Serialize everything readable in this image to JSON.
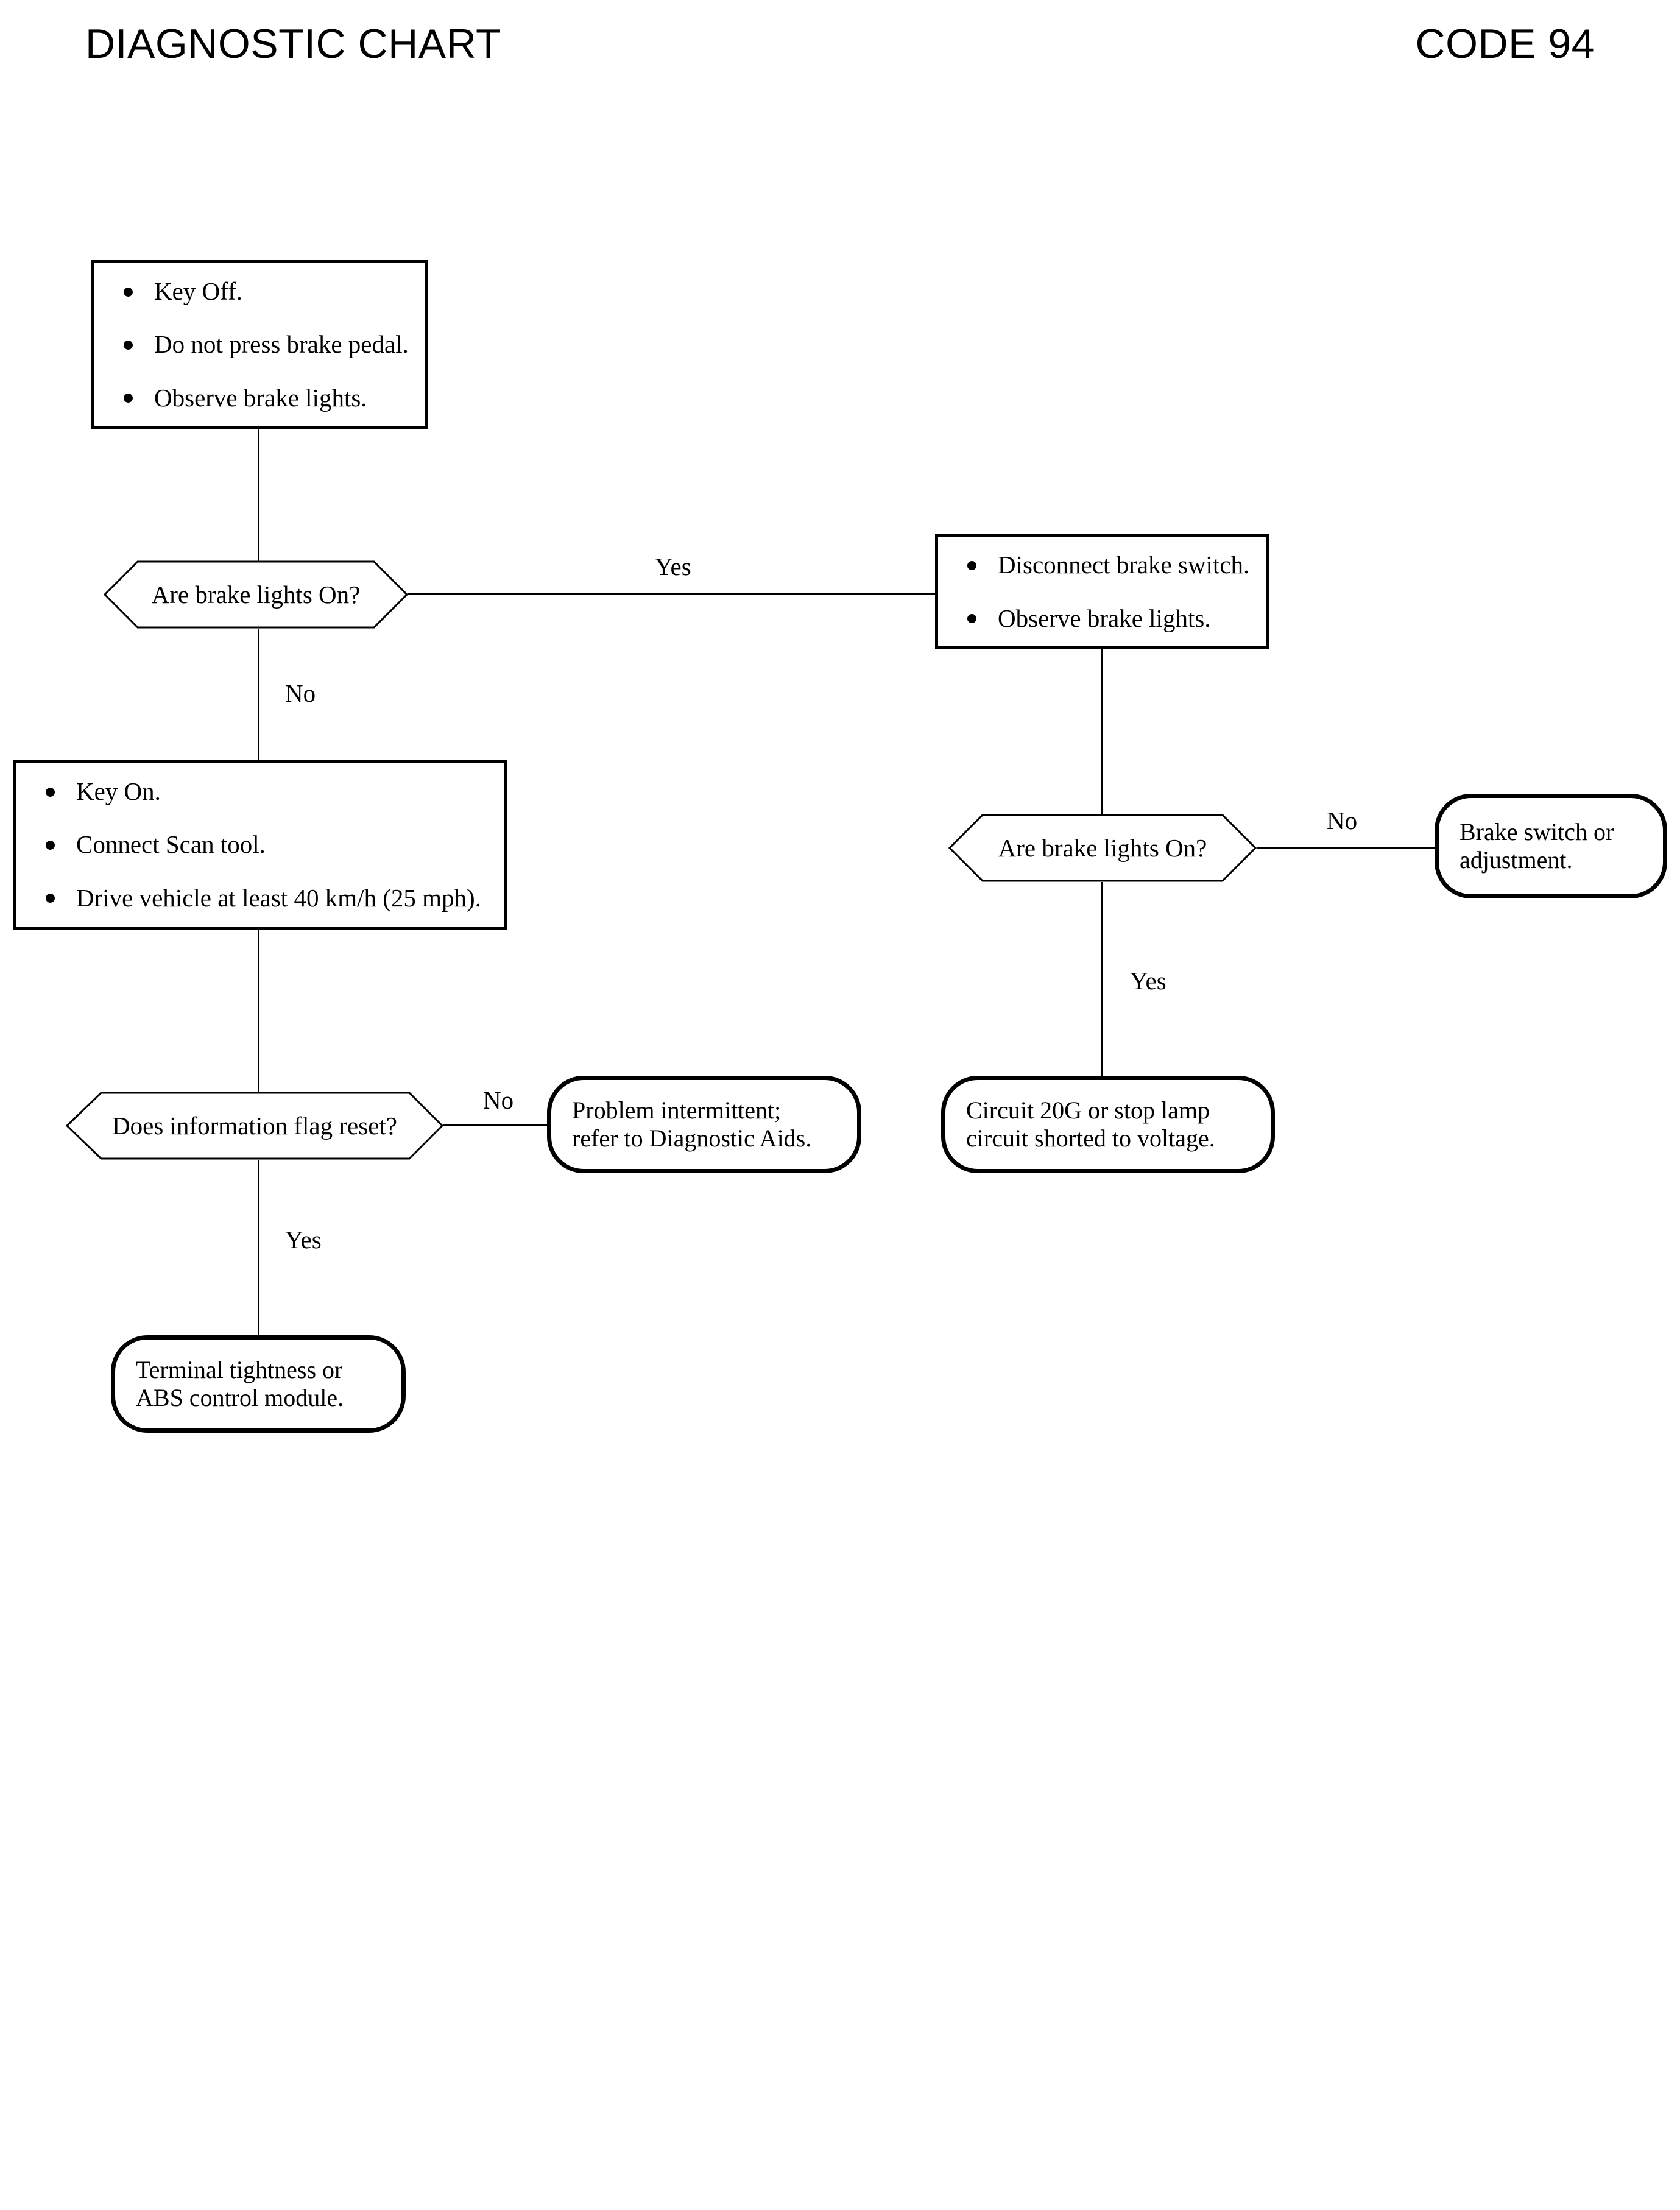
{
  "header": {
    "title": "DIAGNOSTIC CHART",
    "code": "CODE 94"
  },
  "chart_data": {
    "type": "diagram",
    "diagram_kind": "flowchart",
    "title": "DIAGNOSTIC CHART",
    "code": "CODE 94",
    "nodes": [
      {
        "id": "n1",
        "shape": "process",
        "items": [
          "Key Off.",
          "Do not press brake pedal.",
          "Observe brake lights."
        ]
      },
      {
        "id": "n2",
        "shape": "decision",
        "text": "Are brake lights On?"
      },
      {
        "id": "n3",
        "shape": "process",
        "items": [
          "Disconnect brake switch.",
          "Observe brake lights."
        ]
      },
      {
        "id": "n4",
        "shape": "process",
        "items": [
          "Key On.",
          "Connect Scan tool.",
          "Drive vehicle at least 40 km/h (25 mph)."
        ]
      },
      {
        "id": "n5",
        "shape": "decision",
        "text": "Are brake lights On?"
      },
      {
        "id": "n6",
        "shape": "terminator",
        "lines": [
          "Brake switch or",
          "adjustment."
        ]
      },
      {
        "id": "n7",
        "shape": "decision",
        "text": "Does information flag reset?"
      },
      {
        "id": "n8",
        "shape": "terminator",
        "lines": [
          "Problem intermittent;",
          "refer to Diagnostic Aids."
        ]
      },
      {
        "id": "n9",
        "shape": "terminator",
        "lines": [
          "Circuit 20G or stop lamp",
          "circuit shorted to voltage."
        ]
      },
      {
        "id": "n10",
        "shape": "terminator",
        "lines": [
          "Terminal tightness or",
          "ABS control module."
        ]
      }
    ],
    "edges": [
      {
        "from": "n1",
        "to": "n2",
        "label": ""
      },
      {
        "from": "n2",
        "to": "n3",
        "label": "Yes"
      },
      {
        "from": "n2",
        "to": "n4",
        "label": "No"
      },
      {
        "from": "n3",
        "to": "n5",
        "label": ""
      },
      {
        "from": "n5",
        "to": "n6",
        "label": "No"
      },
      {
        "from": "n5",
        "to": "n9",
        "label": "Yes"
      },
      {
        "from": "n4",
        "to": "n7",
        "label": ""
      },
      {
        "from": "n7",
        "to": "n8",
        "label": "No"
      },
      {
        "from": "n7",
        "to": "n10",
        "label": "Yes"
      }
    ]
  },
  "nodes": {
    "n1": {
      "items": [
        {
          "text": "Key Off."
        },
        {
          "text": "Do not press brake pedal."
        },
        {
          "text": "Observe brake lights."
        }
      ]
    },
    "n2": {
      "text": "Are brake lights On?"
    },
    "n3": {
      "items": [
        {
          "text": "Disconnect brake switch."
        },
        {
          "text": "Observe brake lights."
        }
      ]
    },
    "n4": {
      "items": [
        {
          "text": "Key On."
        },
        {
          "text": "Connect Scan tool."
        },
        {
          "text": "Drive vehicle at least 40 km/h (25 mph)."
        }
      ]
    },
    "n5": {
      "text": "Are brake lights On?"
    },
    "n6": {
      "line1": "Brake switch or",
      "line2": "adjustment."
    },
    "n7": {
      "text": "Does information flag reset?"
    },
    "n8": {
      "line1": "Problem intermittent;",
      "line2": "refer to Diagnostic Aids."
    },
    "n9": {
      "line1": "Circuit 20G or stop lamp",
      "line2": "circuit shorted to voltage."
    },
    "n10": {
      "line1": "Terminal tightness or",
      "line2": "ABS control module."
    }
  },
  "edge_labels": {
    "n2_yes": "Yes",
    "n2_no": "No",
    "n5_no": "No",
    "n5_yes": "Yes",
    "n7_no": "No",
    "n7_yes": "Yes"
  },
  "colors": {
    "ink": "#000000",
    "page": "#ffffff"
  }
}
